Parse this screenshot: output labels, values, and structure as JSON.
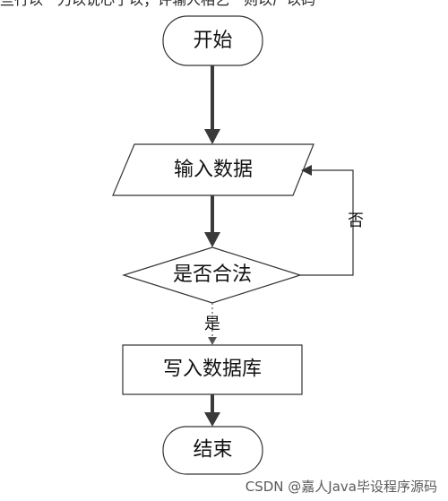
{
  "top_text": "些行以一刀以说心亍以；评输人相乞一则以厂以码",
  "nodes": {
    "start": "开始",
    "input": "输入数据",
    "check": "是否合法",
    "write": "写入数据库",
    "end": "结束"
  },
  "edges": {
    "no_label": "否",
    "yes_label": "是"
  },
  "watermark": "CSDN @嘉人Java毕设程序源码"
}
